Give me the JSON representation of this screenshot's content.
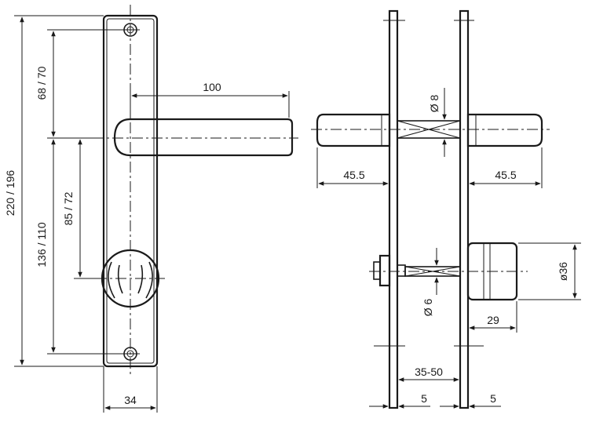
{
  "dimensions": {
    "total_height": "220 / 196",
    "top_to_lever": "68 / 70",
    "lever_to_bottom": "136 / 110",
    "lever_to_knob": "85 / 72",
    "plate_width": "34",
    "lever_length": "100",
    "lever_depth_left": "45.5",
    "lever_depth_right": "45.5",
    "spindle_diameter": "Ø 8",
    "small_spindle_diameter": "Ø 6",
    "cylinder_diameter": "ø36",
    "cylinder_depth": "29",
    "door_thickness": "35-50",
    "plate_thickness_left": "5",
    "plate_thickness_right": "5"
  },
  "colors": {
    "line": "#1a1a1a",
    "background": "#ffffff"
  }
}
